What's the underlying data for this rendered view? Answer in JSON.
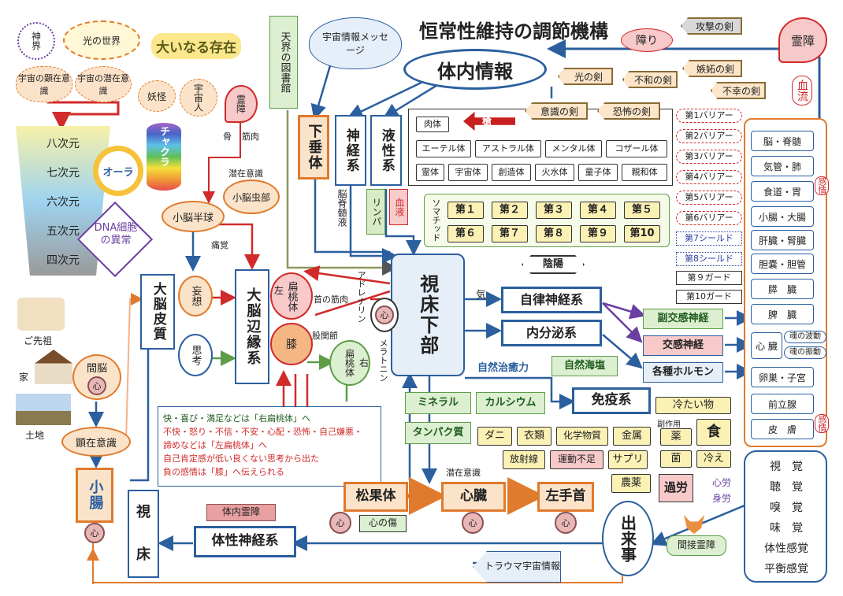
{
  "title": "恒常性維持の調節機構",
  "top_left": {
    "kamikai": "神界",
    "hikari": "光の世界",
    "ookinaru": "大いなる存在",
    "kengen": "宇宙の顕在意識",
    "senzai": "宇宙の潜在意識",
    "youkai": "妖怪",
    "uchujin": "宇宙人",
    "reisho": "霊障",
    "hone": "骨",
    "kinniku": "筋肉",
    "dimensions": [
      "八次元",
      "七次元",
      "六次元",
      "五次元",
      "四次元"
    ],
    "aura": "オーラ",
    "chakra": "チャクラ",
    "dna": "DNA細胞の異常",
    "senzai_ishiki": "潜在意識",
    "shounou_chuubu": "小脳虫部",
    "shounou_hankyuu": "小脳半球",
    "tsuukaku": "痛覚",
    "gosenzo": "ご先祖",
    "ie": "家",
    "tochi": "土地",
    "kannou": "間脳",
    "kokoro": "心",
    "kenzai_ishiki": "顕在意識",
    "shouchou": "小腸"
  },
  "library": "天界の図書館",
  "cloud": "宇宙情報メッセージ",
  "tainai_jouhou": "体内情報",
  "kasuitai": "下垂体",
  "shinkeikei": "神経系",
  "ekiseikei": "液性系",
  "nousekizui": "脳脊髄液",
  "rinpa": "リンパ",
  "ketsueki": "血液",
  "yari": "槍",
  "bodies": [
    "肉体",
    "エーテル体",
    "アストラル体",
    "メンタル体",
    "コザール体",
    "霊体",
    "宇宙体",
    "創造体",
    "火水体",
    "童子体",
    "親和体"
  ],
  "somachid_label": "ソマチッド",
  "somachid": [
    "第１",
    "第２",
    "第３",
    "第４",
    "第５",
    "第６",
    "第７",
    "第８",
    "第９",
    "第10"
  ],
  "swords": {
    "kougeki": "攻撃の剣",
    "shitto": "嫉妬の剣",
    "hikari": "光の剣",
    "fuwa": "不和の剣",
    "fukou": "不幸の剣",
    "ishiki": "意識の剣",
    "kyoufu": "恐怖の剣"
  },
  "sawari": "障り",
  "reisho_right": "霊障",
  "ketsuryu": "血流",
  "barriers": [
    "第1バリアー",
    "第2バリアー",
    "第3バリアー",
    "第4バリアー",
    "第5バリアー",
    "第6バリアー"
  ],
  "shields": [
    "第7シールド",
    "第8シールド"
  ],
  "guards": [
    "第９ガード",
    "第10ガード"
  ],
  "organs": [
    "脳・脊髄",
    "気管・肺",
    "食道・胃",
    "小腸・大腸",
    "肝臓・腎臓",
    "胆嚢・胆管",
    "膵　臓",
    "脾　臓",
    "心 臓",
    "卵巣・子宮",
    "前立腺",
    "皮　膚"
  ],
  "kanjou": "感情",
  "tamashii": [
    "魂の波動",
    "魂の振動"
  ],
  "senses": [
    "視　覚",
    "聴　覚",
    "嗅　覚",
    "味　覚",
    "体性感覚",
    "平衡感覚"
  ],
  "noukeishitsu": "視床下部",
  "ki": "気",
  "inyou": "陰陽",
  "jiritsu": "自律神経系",
  "naibunpi": "内分泌系",
  "fukukoukan": "副交感神経",
  "koukan": "交感神経",
  "hormone": "各種ホルモン",
  "shizen_chiyu": "自然治癒力",
  "shizen_enka": "自然海塩",
  "meneki": "免疫系",
  "mineral": "ミネラル",
  "calcium": "カルシウム",
  "tanpaku": "タンパク質",
  "daini": "大脳皮質",
  "mousou": "妄想",
  "shikou": "思考",
  "henen": "大脳辺縁系",
  "hidari": "左",
  "migi": "右",
  "hentouta": "扁桃体",
  "hiza": "膝",
  "kubi_kinniku": "首の筋肉",
  "kokansetsu": "股関節",
  "adrenaline": "アドレナリン",
  "melatonin": "メラトニン",
  "notes": {
    "l1": "快・喜び・満足などは「右扁桃体」へ",
    "l2": "不快・怒り・不信・不安・心配・恐怖・自己嫌悪・",
    "l3": "諦めなどは「左扁桃体」へ",
    "l4": "自己肯定感が低い良くない思考から出た",
    "l5": "負の感情は「膝」へ伝えられる"
  },
  "factors": {
    "dani": "ダニ",
    "irui": "衣類",
    "kagaku": "化学物質",
    "kinzoku": "金属",
    "housha": "放射線",
    "undou": "運動不足",
    "supuri": "サプリ",
    "noyaku": "農薬",
    "tsumetai": "冷たい物",
    "fukusayou": "副作用",
    "kusuri": "薬",
    "shoku": "食",
    "kin": "菌",
    "hie": "冷え"
  },
  "karou": "過労",
  "shinrou": "心労",
  "shinrou2": "身労",
  "shouka": "松果体",
  "shinzou": "心臓",
  "hidari_tekubi": "左手首",
  "kokoro_no_kizu": "心の傷",
  "shi": "視",
  "shou": "床",
  "taisei": "体性神経系",
  "tainai_reisho": "体内霊障",
  "trauma": "トラウマ宇宙情報",
  "dekigoto": "出来事",
  "kansetsu": "間接霊障",
  "colors": {
    "blue": "#2b5f9e",
    "orange": "#e07a2c",
    "red": "#d12a2a",
    "green": "#5e9d47"
  }
}
